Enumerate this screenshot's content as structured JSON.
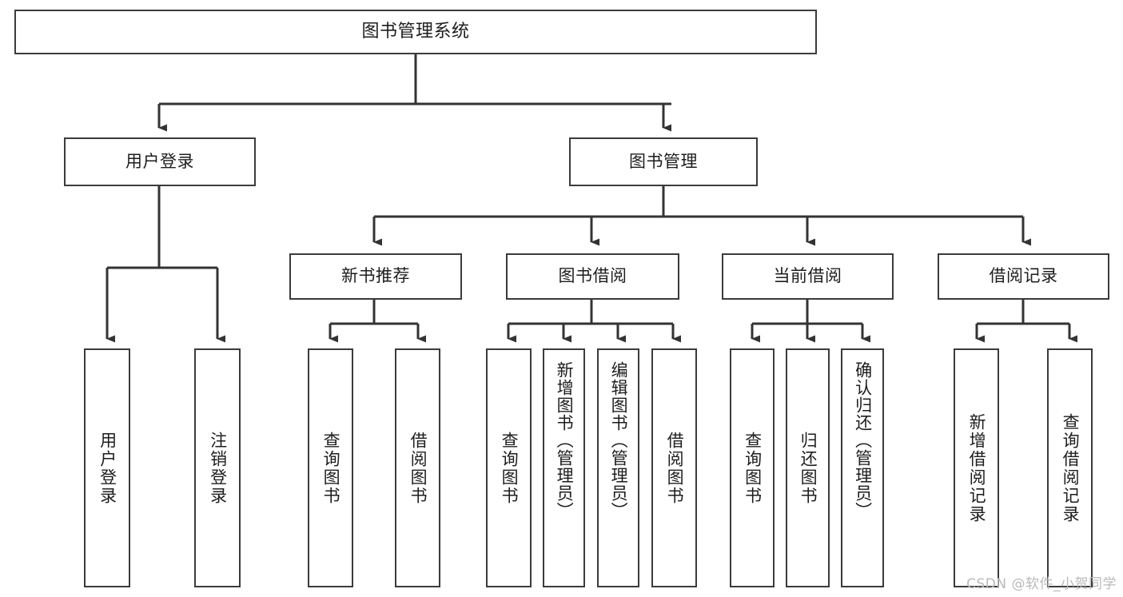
{
  "diagram": {
    "type": "tree",
    "title": "图书管理系统",
    "orientation": "top-down",
    "edge_style": "orthogonal-arrow",
    "colors": {
      "box_border": "#3b3b3b",
      "box_fill": "#ffffff",
      "edge": "#333333",
      "text": "#1d1d1d",
      "watermark": "#b9b9b9",
      "background": "#ffffff"
    }
  },
  "watermark": {
    "text": "CSDN @软件_小贺同学"
  },
  "nodes": {
    "root": {
      "label": "图书管理系统"
    },
    "level2": [
      {
        "id": "user-login",
        "label": "用户登录"
      },
      {
        "id": "book-manage",
        "label": "图书管理"
      }
    ],
    "level3": [
      {
        "id": "new-book-recommend",
        "label": "新书推荐"
      },
      {
        "id": "book-borrow",
        "label": "图书借阅"
      },
      {
        "id": "current-borrow",
        "label": "当前借阅"
      },
      {
        "id": "borrow-record",
        "label": "借阅记录"
      }
    ],
    "leaves": {
      "user-login": [
        {
          "id": "leaf-user-login",
          "label": "用户登录"
        },
        {
          "id": "leaf-logout-login",
          "label": "注销登录"
        }
      ],
      "new-book-recommend": [
        {
          "id": "leaf-query-book-1",
          "label": "查询图书"
        },
        {
          "id": "leaf-borrow-book-1",
          "label": "借阅图书"
        }
      ],
      "book-borrow": [
        {
          "id": "leaf-query-book-2",
          "label": "查询图书"
        },
        {
          "id": "leaf-add-book-admin",
          "label": "新增图书（管理员）"
        },
        {
          "id": "leaf-edit-book-admin",
          "label": "编辑图书（管理员）"
        },
        {
          "id": "leaf-borrow-book-2",
          "label": "借阅图书"
        }
      ],
      "current-borrow": [
        {
          "id": "leaf-query-book-3",
          "label": "查询图书"
        },
        {
          "id": "leaf-return-book",
          "label": "归还图书"
        },
        {
          "id": "leaf-confirm-return-admin",
          "label": "确认归还（管理员）"
        }
      ],
      "borrow-record": [
        {
          "id": "leaf-add-borrow-record",
          "label": "新增借阅记录"
        },
        {
          "id": "leaf-query-borrow-record",
          "label": "查询借阅记录"
        }
      ]
    }
  }
}
